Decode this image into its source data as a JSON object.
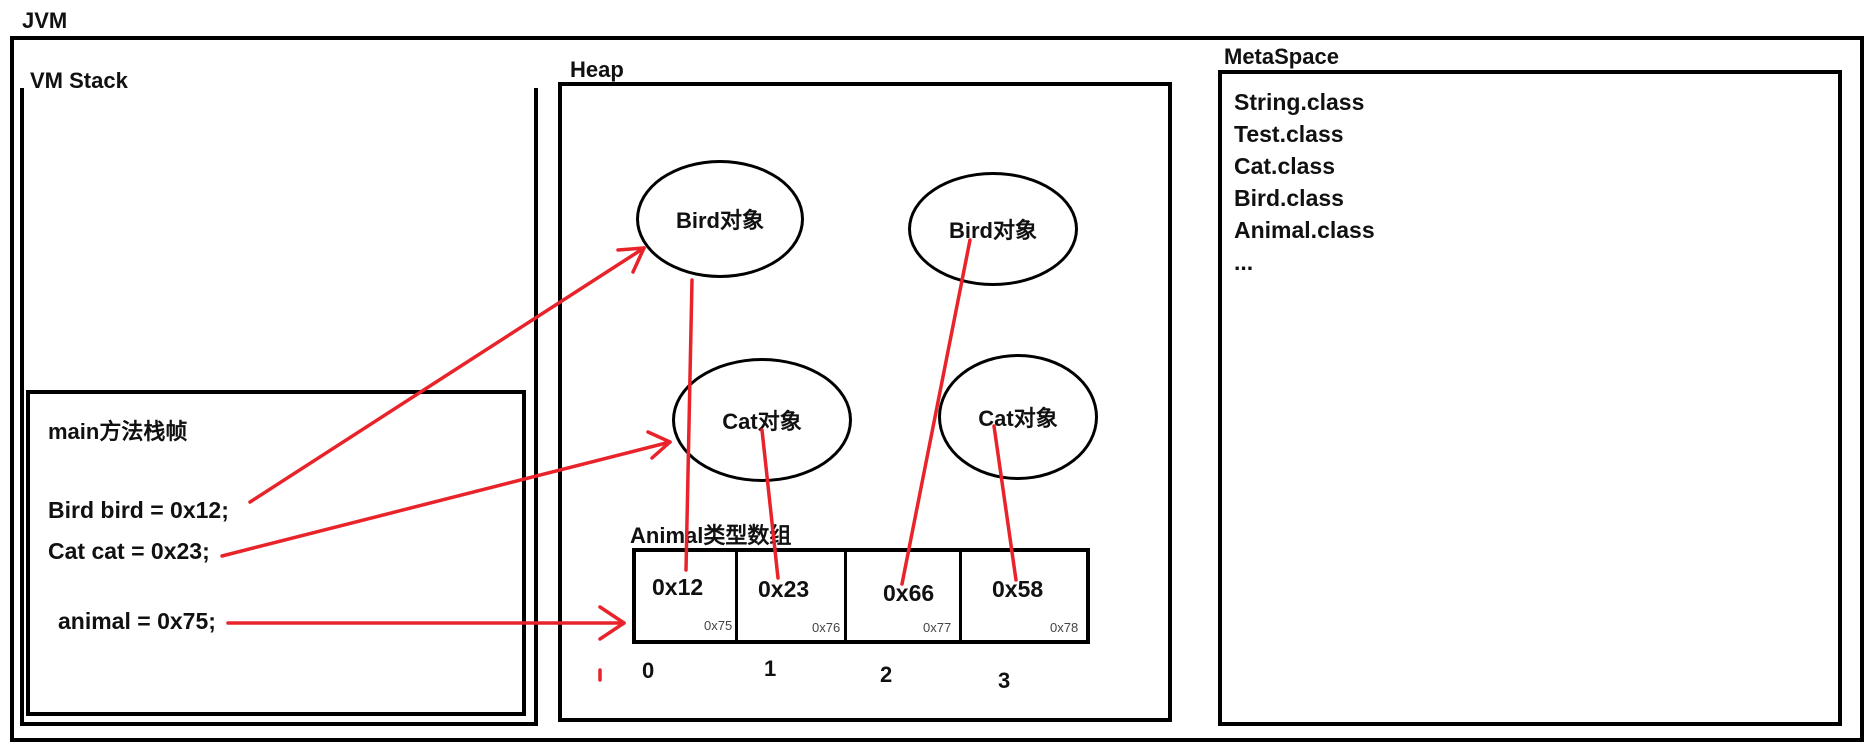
{
  "jvm": {
    "title": "JVM"
  },
  "stack": {
    "title": "VM Stack",
    "frame": {
      "title": "main方法栈帧",
      "lines": [
        "Bird bird = 0x12;",
        "Cat cat = 0x23;",
        "animal = 0x75;"
      ]
    }
  },
  "heap": {
    "title": "Heap",
    "objects": [
      "Bird对象",
      "Bird对象",
      "Cat对象",
      "Cat对象"
    ],
    "array": {
      "title": "Animal类型数组",
      "cells": [
        {
          "value": "0x12",
          "addr": "0x75"
        },
        {
          "value": "0x23",
          "addr": "0x76"
        },
        {
          "value": "0x66",
          "addr": "0x77"
        },
        {
          "value": "0x58",
          "addr": "0x78"
        }
      ],
      "indices": [
        "0",
        "1",
        "2",
        "3"
      ]
    }
  },
  "metaspace": {
    "title": "MetaSpace",
    "items": [
      "String.class",
      "Test.class",
      "Cat.class",
      "Bird.class",
      "Animal.class",
      "..."
    ]
  },
  "colors": {
    "arrow": "#e8232a",
    "border": "#000000"
  }
}
